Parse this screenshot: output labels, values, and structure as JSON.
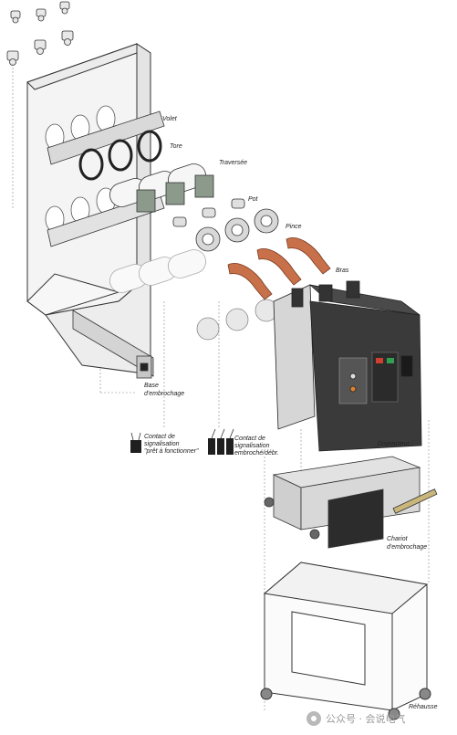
{
  "labels": {
    "volet": "Volet",
    "tore": "Tore",
    "traversee": "Traversée",
    "pot": "Pot",
    "pince": "Pince",
    "bras": "Bras",
    "base_line1": "Base",
    "base_line2": "d'embrochage",
    "contact_pret_line1": "Contact de",
    "contact_pret_line2": "signalisation",
    "contact_pret_line3": "\"prêt à fonctionner\"",
    "contact_embroche_line1": "Contact de",
    "contact_embroche_line2": "signalisation",
    "contact_embroche_line3": "embroché/débr.",
    "disjoncteur": "Disjoncteur",
    "chariot_line1": "Chariot",
    "chariot_line2": "d'embrochage",
    "rehausse": "Réhausse"
  },
  "watermark": {
    "text": "公众号 · 会说电气"
  },
  "colors": {
    "copper": "#c8704a",
    "breaker_body": "#3a3a3a",
    "sheet_metal": "#f2f2f2",
    "outline": "#333333"
  }
}
